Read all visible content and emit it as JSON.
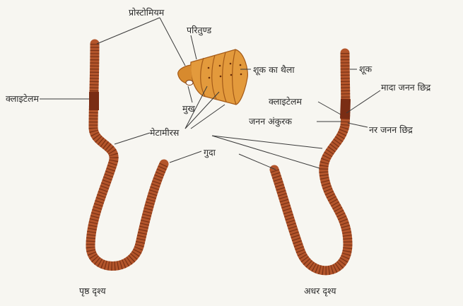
{
  "labels": {
    "prostomium": "प्रोस्टोमियम",
    "peristomium": "परितुण्ड",
    "mouth": "मुख",
    "seta_sac": "शूक का थैला",
    "setae": "शूक",
    "clitellum": "क्लाइटेलम",
    "female_pore": "मादा जनन छिद्र",
    "genital_papillae": "जनन अंकुरक",
    "male_pore": "नर जनन छिद्र",
    "metameres": "मेटामीरस",
    "anus": "गुदा"
  },
  "captions": {
    "dorsal": "पृष्ठ दृश्य",
    "ventral": "अधर दृश्य"
  },
  "colors": {
    "body": "#b3552b",
    "body_dark": "#6e2c12",
    "clitellum": "#7a2d14",
    "head": "#e39a3c",
    "background": "#f7f6f1"
  }
}
